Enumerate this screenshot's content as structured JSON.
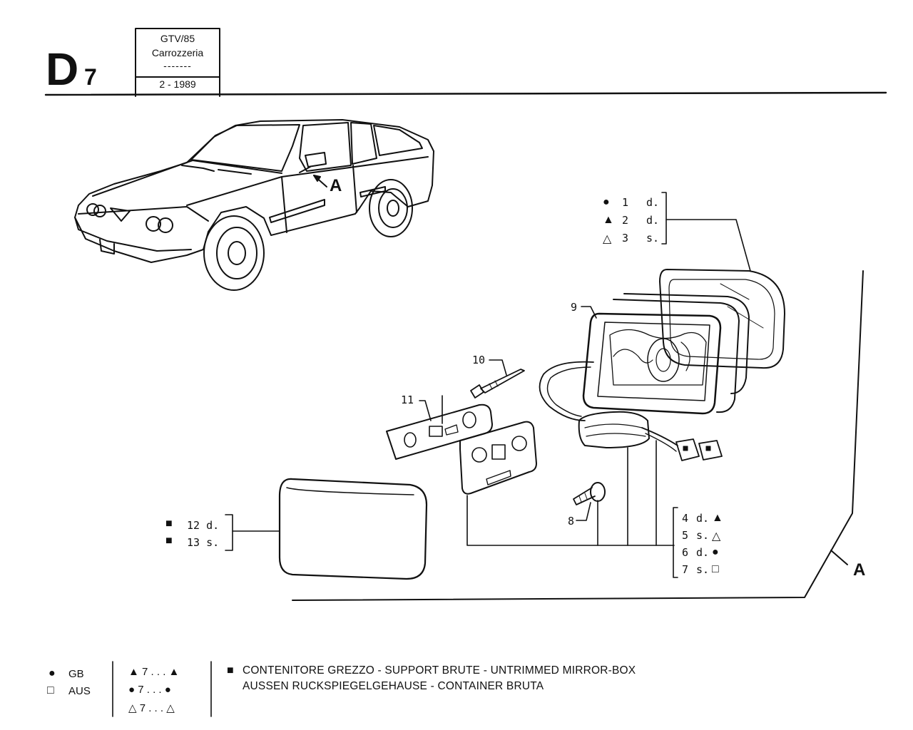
{
  "header": {
    "code_letter": "D",
    "code_number": "7",
    "model": "GTV/85",
    "section": "Carrozzeria",
    "divider": "-------",
    "date": "2 - 1989"
  },
  "detail_label": "A",
  "detail_frame_label": "A",
  "callouts": {
    "c8": "8",
    "c9": "9",
    "c10": "10",
    "c11": "11"
  },
  "group_top": [
    {
      "sym": "●",
      "num": "1",
      "side": "d."
    },
    {
      "sym": "▲",
      "num": "2",
      "side": "d."
    },
    {
      "sym": "△",
      "num": "3",
      "side": "s."
    }
  ],
  "group_right": [
    {
      "num": "4",
      "side": "d.",
      "sym": "▲"
    },
    {
      "num": "5",
      "side": "s.",
      "sym": "△"
    },
    {
      "num": "6",
      "side": "d.",
      "sym": "●"
    },
    {
      "num": "7",
      "side": "s.",
      "sym": "□"
    }
  ],
  "group_left": [
    {
      "sym": "■",
      "label": "12 d."
    },
    {
      "sym": "■",
      "label": "13 s."
    }
  ],
  "legend": {
    "markets": [
      {
        "sym": "●",
        "label": "GB"
      },
      {
        "sym": "□",
        "label": "AUS"
      }
    ],
    "ranges": [
      {
        "text": "▲ 7 . . . ▲"
      },
      {
        "text": "● 7 . . . ●"
      },
      {
        "text": "△ 7 . . . △"
      }
    ],
    "note_symbol": "■",
    "note_line1": "CONTENITORE GREZZO - SUPPORT BRUTE - UNTRIMMED MIRROR-BOX",
    "note_line2": "AUSSEN RUCKSPIEGELGEHAUSE - CONTAINER BRUTA"
  }
}
